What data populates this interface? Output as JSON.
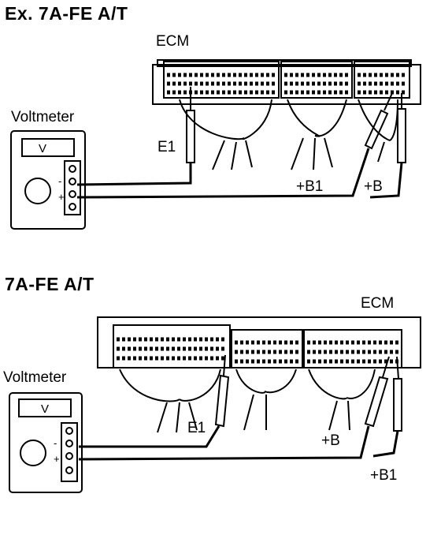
{
  "diagrams": [
    {
      "heading": "Ex. 7A-FE A/T",
      "ecm_label": "ECM",
      "meter_label": "Voltmeter",
      "meter_display": "V",
      "terminals": {
        "e1": "E1",
        "b1": "+B1",
        "b": "+B"
      },
      "meter_signs": {
        "neg": "-",
        "pos": "+"
      }
    },
    {
      "heading": "7A-FE A/T",
      "ecm_label": "ECM",
      "meter_label": "Voltmeter",
      "meter_display": "V",
      "terminals": {
        "e1": "E1",
        "b1": "+B1",
        "b": "+B"
      },
      "meter_signs": {
        "neg": "-",
        "pos": "+"
      }
    }
  ],
  "colors": {
    "ink": "#000000",
    "paper": "#ffffff"
  }
}
